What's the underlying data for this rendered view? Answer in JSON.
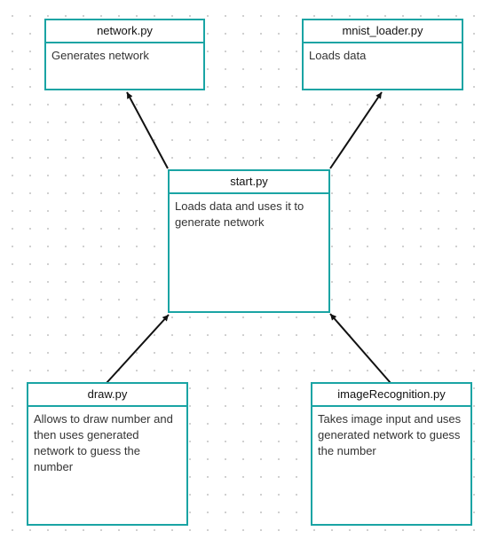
{
  "diagram": {
    "colors": {
      "node_border": "#1aa4a4",
      "arrow": "#111111",
      "background": "#ffffff",
      "grid_dot": "#c9c9c9"
    },
    "nodes": {
      "network": {
        "title": "network.py",
        "description": "Generates network"
      },
      "mnist_loader": {
        "title": "mnist_loader.py",
        "description": "Loads data"
      },
      "start": {
        "title": "start.py",
        "description": "Loads data and uses it to generate network"
      },
      "draw": {
        "title": "draw.py",
        "description": "Allows to draw number and then uses generated network to guess the number"
      },
      "image_recognition": {
        "title": "imageRecognition.py",
        "description": "Takes image input and uses generated network to guess the number"
      }
    },
    "edges": [
      {
        "from": "start",
        "to": "network"
      },
      {
        "from": "start",
        "to": "mnist_loader"
      },
      {
        "from": "draw",
        "to": "start"
      },
      {
        "from": "image_recognition",
        "to": "start"
      }
    ]
  }
}
